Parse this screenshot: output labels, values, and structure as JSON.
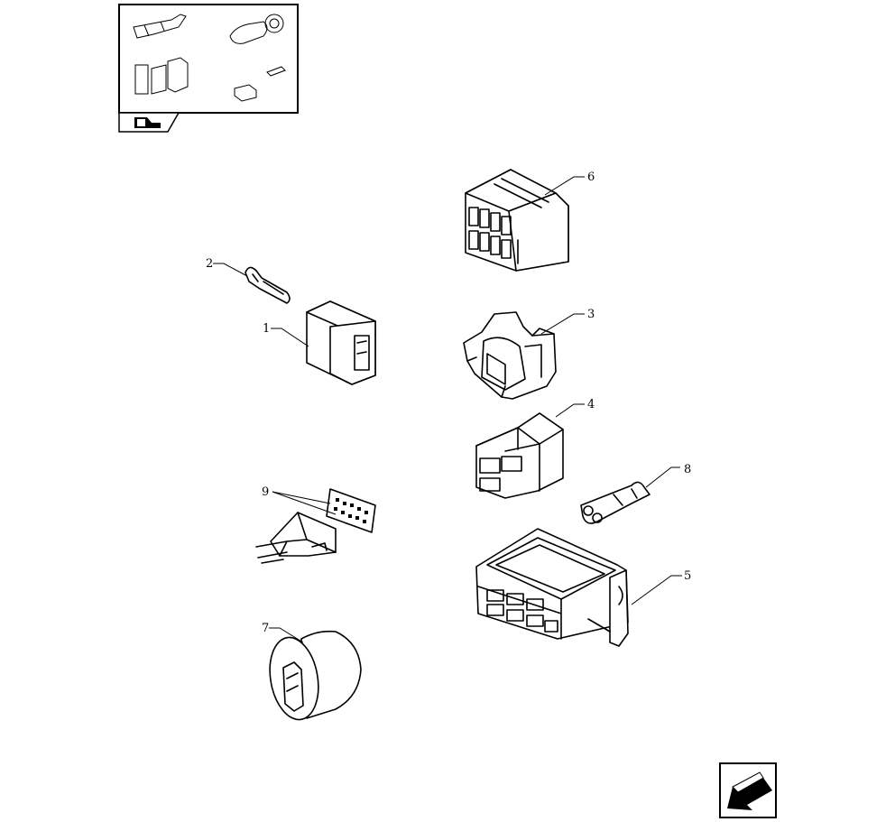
{
  "thumbnail": {
    "icon": "component-overview-thumbnail",
    "tab_icon": "book-icon"
  },
  "nav": {
    "icon": "back-arrow-icon"
  },
  "callouts": [
    {
      "id": "c1",
      "label": "1"
    },
    {
      "id": "c2",
      "label": "2"
    },
    {
      "id": "c3",
      "label": "3"
    },
    {
      "id": "c4",
      "label": "4"
    },
    {
      "id": "c5",
      "label": "5"
    },
    {
      "id": "c6",
      "label": "6"
    },
    {
      "id": "c7",
      "label": "7"
    },
    {
      "id": "c8",
      "label": "8"
    },
    {
      "id": "c9",
      "label": "9"
    }
  ]
}
